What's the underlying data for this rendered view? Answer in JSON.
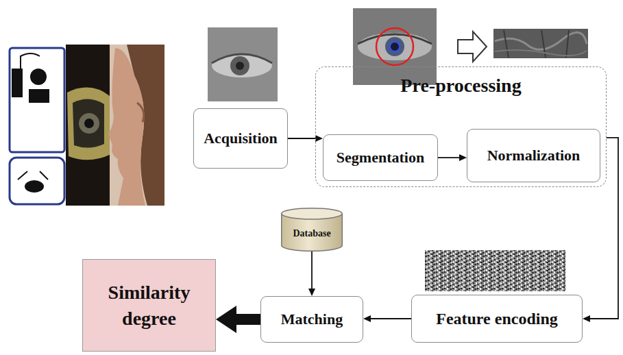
{
  "diagram": {
    "nodes": [
      {
        "text": [
          "Acquisition"
        ]
      },
      {
        "text": [
          "Pre-processing"
        ]
      },
      {
        "text": [
          "Segmentation"
        ],
        "in": 1
      },
      {
        "text": [
          "Normalization"
        ],
        "in": 1
      },
      {
        "text": [
          "Database"
        ]
      },
      {
        "text": [
          "Matching"
        ]
      },
      {
        "text": [
          "Feature encoding"
        ]
      },
      {
        "text": [
          "Similarity degree"
        ]
      }
    ],
    "edges": [
      {
        "from": 0,
        "to": 2,
        "arrow": "to"
      },
      {
        "from": 2,
        "to": 3,
        "arrow": "to"
      },
      {
        "from": 1,
        "to": 6,
        "arrow": "to"
      },
      {
        "from": 6,
        "to": 5,
        "arrow": "to"
      },
      {
        "from": 4,
        "to": 5,
        "arrow": "to"
      },
      {
        "from": 5,
        "to": 7,
        "arrow": "to"
      }
    ]
  }
}
